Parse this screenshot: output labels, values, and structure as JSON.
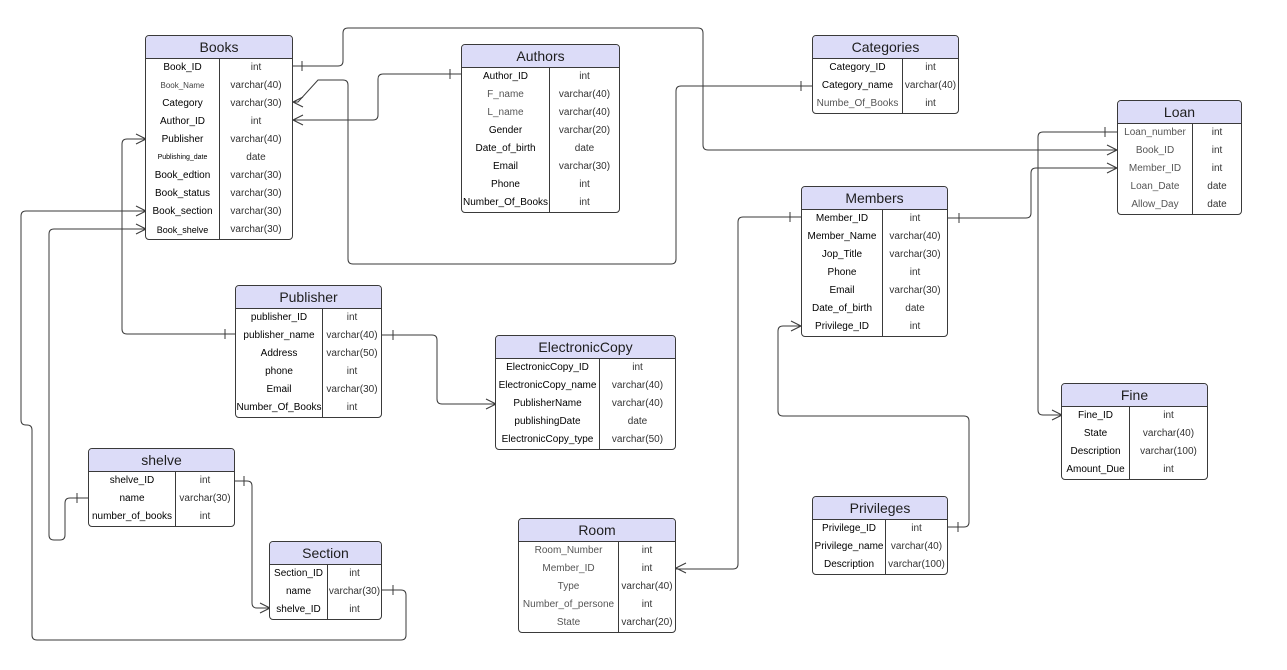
{
  "entities": {
    "books": {
      "title": "Books",
      "fields": [
        {
          "name": "Book_ID",
          "type": "int"
        },
        {
          "name": "Book_Name",
          "type": "varchar(40)"
        },
        {
          "name": "Category",
          "type": "varchar(30)"
        },
        {
          "name": "Author_ID",
          "type": "int"
        },
        {
          "name": "Publisher",
          "type": "varchar(40)"
        },
        {
          "name": "Publishing_date",
          "type": "date"
        },
        {
          "name": "Book_edtion",
          "type": "varchar(30)"
        },
        {
          "name": "Book_status",
          "type": "varchar(30)"
        },
        {
          "name": "Book_section",
          "type": "varchar(30)"
        },
        {
          "name": "Book_shelve",
          "type": "varchar(30)"
        }
      ]
    },
    "authors": {
      "title": "Authors",
      "fields": [
        {
          "name": "Author_ID",
          "type": "int"
        },
        {
          "name": "F_name",
          "type": "varchar(40)"
        },
        {
          "name": "L_name",
          "type": "varchar(40)"
        },
        {
          "name": "Gender",
          "type": "varchar(20)"
        },
        {
          "name": "Date_of_birth",
          "type": "date"
        },
        {
          "name": "Email",
          "type": "varchar(30)"
        },
        {
          "name": "Phone",
          "type": "int"
        },
        {
          "name": "Number_Of_Books",
          "type": "int"
        }
      ]
    },
    "categories": {
      "title": "Categories",
      "fields": [
        {
          "name": "Category_ID",
          "type": "int"
        },
        {
          "name": "Category_name",
          "type": "varchar(40)"
        },
        {
          "name": "Numbe_Of_Books",
          "type": "int"
        }
      ]
    },
    "loan": {
      "title": "Loan",
      "fields": [
        {
          "name": "Loan_number",
          "type": "int"
        },
        {
          "name": "Book_ID",
          "type": "int"
        },
        {
          "name": "Member_ID",
          "type": "int"
        },
        {
          "name": "Loan_Date",
          "type": "date"
        },
        {
          "name": "Allow_Day",
          "type": "date"
        }
      ]
    },
    "members": {
      "title": "Members",
      "fields": [
        {
          "name": "Member_ID",
          "type": "int"
        },
        {
          "name": "Member_Name",
          "type": "varchar(40)"
        },
        {
          "name": "Jop_Title",
          "type": "varchar(30)"
        },
        {
          "name": "Phone",
          "type": "int"
        },
        {
          "name": "Email",
          "type": "varchar(30)"
        },
        {
          "name": "Date_of_birth",
          "type": "date"
        },
        {
          "name": "Privilege_ID",
          "type": "int"
        }
      ]
    },
    "publisher": {
      "title": "Publisher",
      "fields": [
        {
          "name": "publisher_ID",
          "type": "int"
        },
        {
          "name": "publisher_name",
          "type": "varchar(40)"
        },
        {
          "name": "Address",
          "type": "varchar(50)"
        },
        {
          "name": "phone",
          "type": "int"
        },
        {
          "name": "Email",
          "type": "varchar(30)"
        },
        {
          "name": "Number_Of_Books",
          "type": "int"
        }
      ]
    },
    "electronic_copy": {
      "title": "ElectronicCopy",
      "fields": [
        {
          "name": "ElectronicCopy_ID",
          "type": "int"
        },
        {
          "name": "ElectronicCopy_name",
          "type": "varchar(40)"
        },
        {
          "name": "PublisherName",
          "type": "varchar(40)"
        },
        {
          "name": "publishingDate",
          "type": "date"
        },
        {
          "name": "ElectronicCopy_type",
          "type": "varchar(50)"
        }
      ]
    },
    "fine": {
      "title": "Fine",
      "fields": [
        {
          "name": "Fine_ID",
          "type": "int"
        },
        {
          "name": "State",
          "type": "varchar(40)"
        },
        {
          "name": "Description",
          "type": "varchar(100)"
        },
        {
          "name": "Amount_Due",
          "type": "int"
        }
      ]
    },
    "shelve": {
      "title": "shelve",
      "fields": [
        {
          "name": "shelve_ID",
          "type": "int"
        },
        {
          "name": "name",
          "type": "varchar(30)"
        },
        {
          "name": "number_of_books",
          "type": "int"
        }
      ]
    },
    "section": {
      "title": "Section",
      "fields": [
        {
          "name": "Section_ID",
          "type": "int"
        },
        {
          "name": "name",
          "type": "varchar(30)"
        },
        {
          "name": "shelve_ID",
          "type": "int"
        }
      ]
    },
    "privileges": {
      "title": "Privileges",
      "fields": [
        {
          "name": "Privilege_ID",
          "type": "int"
        },
        {
          "name": "Privilege_name",
          "type": "varchar(40)"
        },
        {
          "name": "Description",
          "type": "varchar(100)"
        }
      ]
    },
    "room": {
      "title": "Room",
      "fields": [
        {
          "name": "Room_Number",
          "type": "int"
        },
        {
          "name": "Member_ID",
          "type": "int"
        },
        {
          "name": "Type",
          "type": "varchar(40)"
        },
        {
          "name": "Number_of_persone",
          "type": "int"
        },
        {
          "name": "State",
          "type": "varchar(20)"
        }
      ]
    }
  },
  "colors": {
    "header_fill": "#dcdcf8",
    "border": "#3a3a3a",
    "connector": "#3a3a3a"
  }
}
